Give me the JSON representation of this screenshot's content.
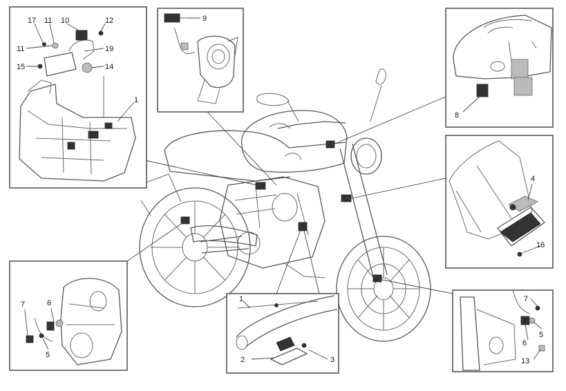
{
  "callouts": {
    "ecu_bracket": {
      "screw": "17",
      "washer": "11",
      "sensor": "10",
      "nut": "12",
      "spacer": "11",
      "bolt": "15",
      "clip": "19",
      "grommet": "14",
      "box": "1"
    },
    "ignition": {
      "switch": "9"
    },
    "headlight": {
      "sensor": "8"
    },
    "regulator": {
      "unit": "4",
      "screw": "16"
    },
    "rear_wheel": {
      "bolt": "7",
      "washer": "6",
      "sensor": "5"
    },
    "lambda": {
      "pipe": "1",
      "sensor": "2",
      "screw": "3"
    },
    "front_wheel": {
      "bolt": "7",
      "sensor": "5",
      "washer": "6",
      "nut": "13"
    }
  }
}
